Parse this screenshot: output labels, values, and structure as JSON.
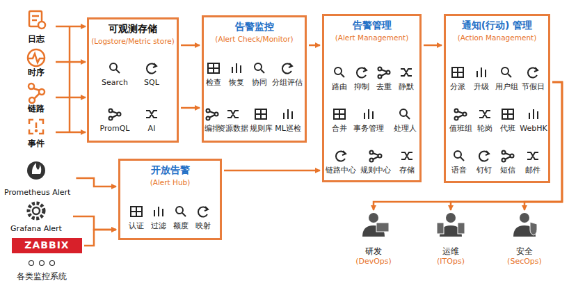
{
  "diagram": {
    "nodes": [
      {
        "text": [
          "日志"
        ]
      },
      {
        "text": [
          "时序"
        ]
      },
      {
        "text": [
          "链路"
        ]
      },
      {
        "text": [
          "事件"
        ]
      },
      {
        "text": [
          "可观测存储",
          "(Logstore/Metric store)"
        ]
      },
      {
        "text": [
          "告警监控",
          "(Alert Check/Monitor)"
        ]
      },
      {
        "text": [
          "告警管理",
          "(Alert Management)"
        ]
      },
      {
        "text": [
          "通知(行动) 管理",
          "(Action Management)"
        ]
      },
      {
        "text": [
          "Prometheus Alert"
        ]
      },
      {
        "text": [
          "Grafana Alert"
        ]
      },
      {
        "text": [
          "ZABBIX"
        ]
      },
      {
        "text": [
          "开放告警",
          "(Alert Hub)"
        ]
      },
      {
        "text": [
          "研发",
          "(DevOps)"
        ]
      },
      {
        "text": [
          "运维",
          "(ITOps)"
        ]
      },
      {
        "text": [
          "安全",
          "(SecOps)"
        ]
      }
    ],
    "edges": [
      {
        "from": 0,
        "to": 4,
        "arrow": "to"
      },
      {
        "from": 1,
        "to": 4,
        "arrow": "to"
      },
      {
        "from": 2,
        "to": 4,
        "arrow": "to"
      },
      {
        "from": 3,
        "to": 4,
        "arrow": "to"
      },
      {
        "from": 4,
        "to": 5,
        "arrow": "to"
      },
      {
        "from": 4,
        "to": 5,
        "arrow": "to"
      },
      {
        "from": 5,
        "to": 6,
        "arrow": "to"
      },
      {
        "from": 6,
        "to": 7,
        "arrow": "to"
      },
      {
        "from": 8,
        "to": 11,
        "arrow": "to"
      },
      {
        "from": 9,
        "to": 11,
        "arrow": "to"
      },
      {
        "from": 10,
        "to": 11,
        "arrow": "to"
      },
      {
        "from": 11,
        "to": 6,
        "arrow": "to"
      },
      {
        "from": 7,
        "to": 12,
        "arrow": "to"
      },
      {
        "from": 7,
        "to": 13,
        "arrow": "to"
      },
      {
        "from": 7,
        "to": 14,
        "arrow": "to"
      }
    ],
    "labels": [
      "Search",
      "SQL",
      "PromQL",
      "AI",
      "检查",
      "恢复",
      "协同",
      "分组评估",
      "编排",
      "资源数据",
      "规则库",
      "ML巡检",
      "路由",
      "抑制",
      "去重",
      "静默",
      "合并",
      "事务管理",
      "处理人",
      "链路中心",
      "规则中心",
      "存储",
      "分派",
      "升级",
      "用户组",
      "节假日",
      "值班组",
      "轮岗",
      "代班",
      "WebHK",
      "语音",
      "钉钉",
      "短信",
      "邮件",
      "认证",
      "过滤",
      "额度",
      "映射",
      "各类监控系统"
    ]
  }
}
